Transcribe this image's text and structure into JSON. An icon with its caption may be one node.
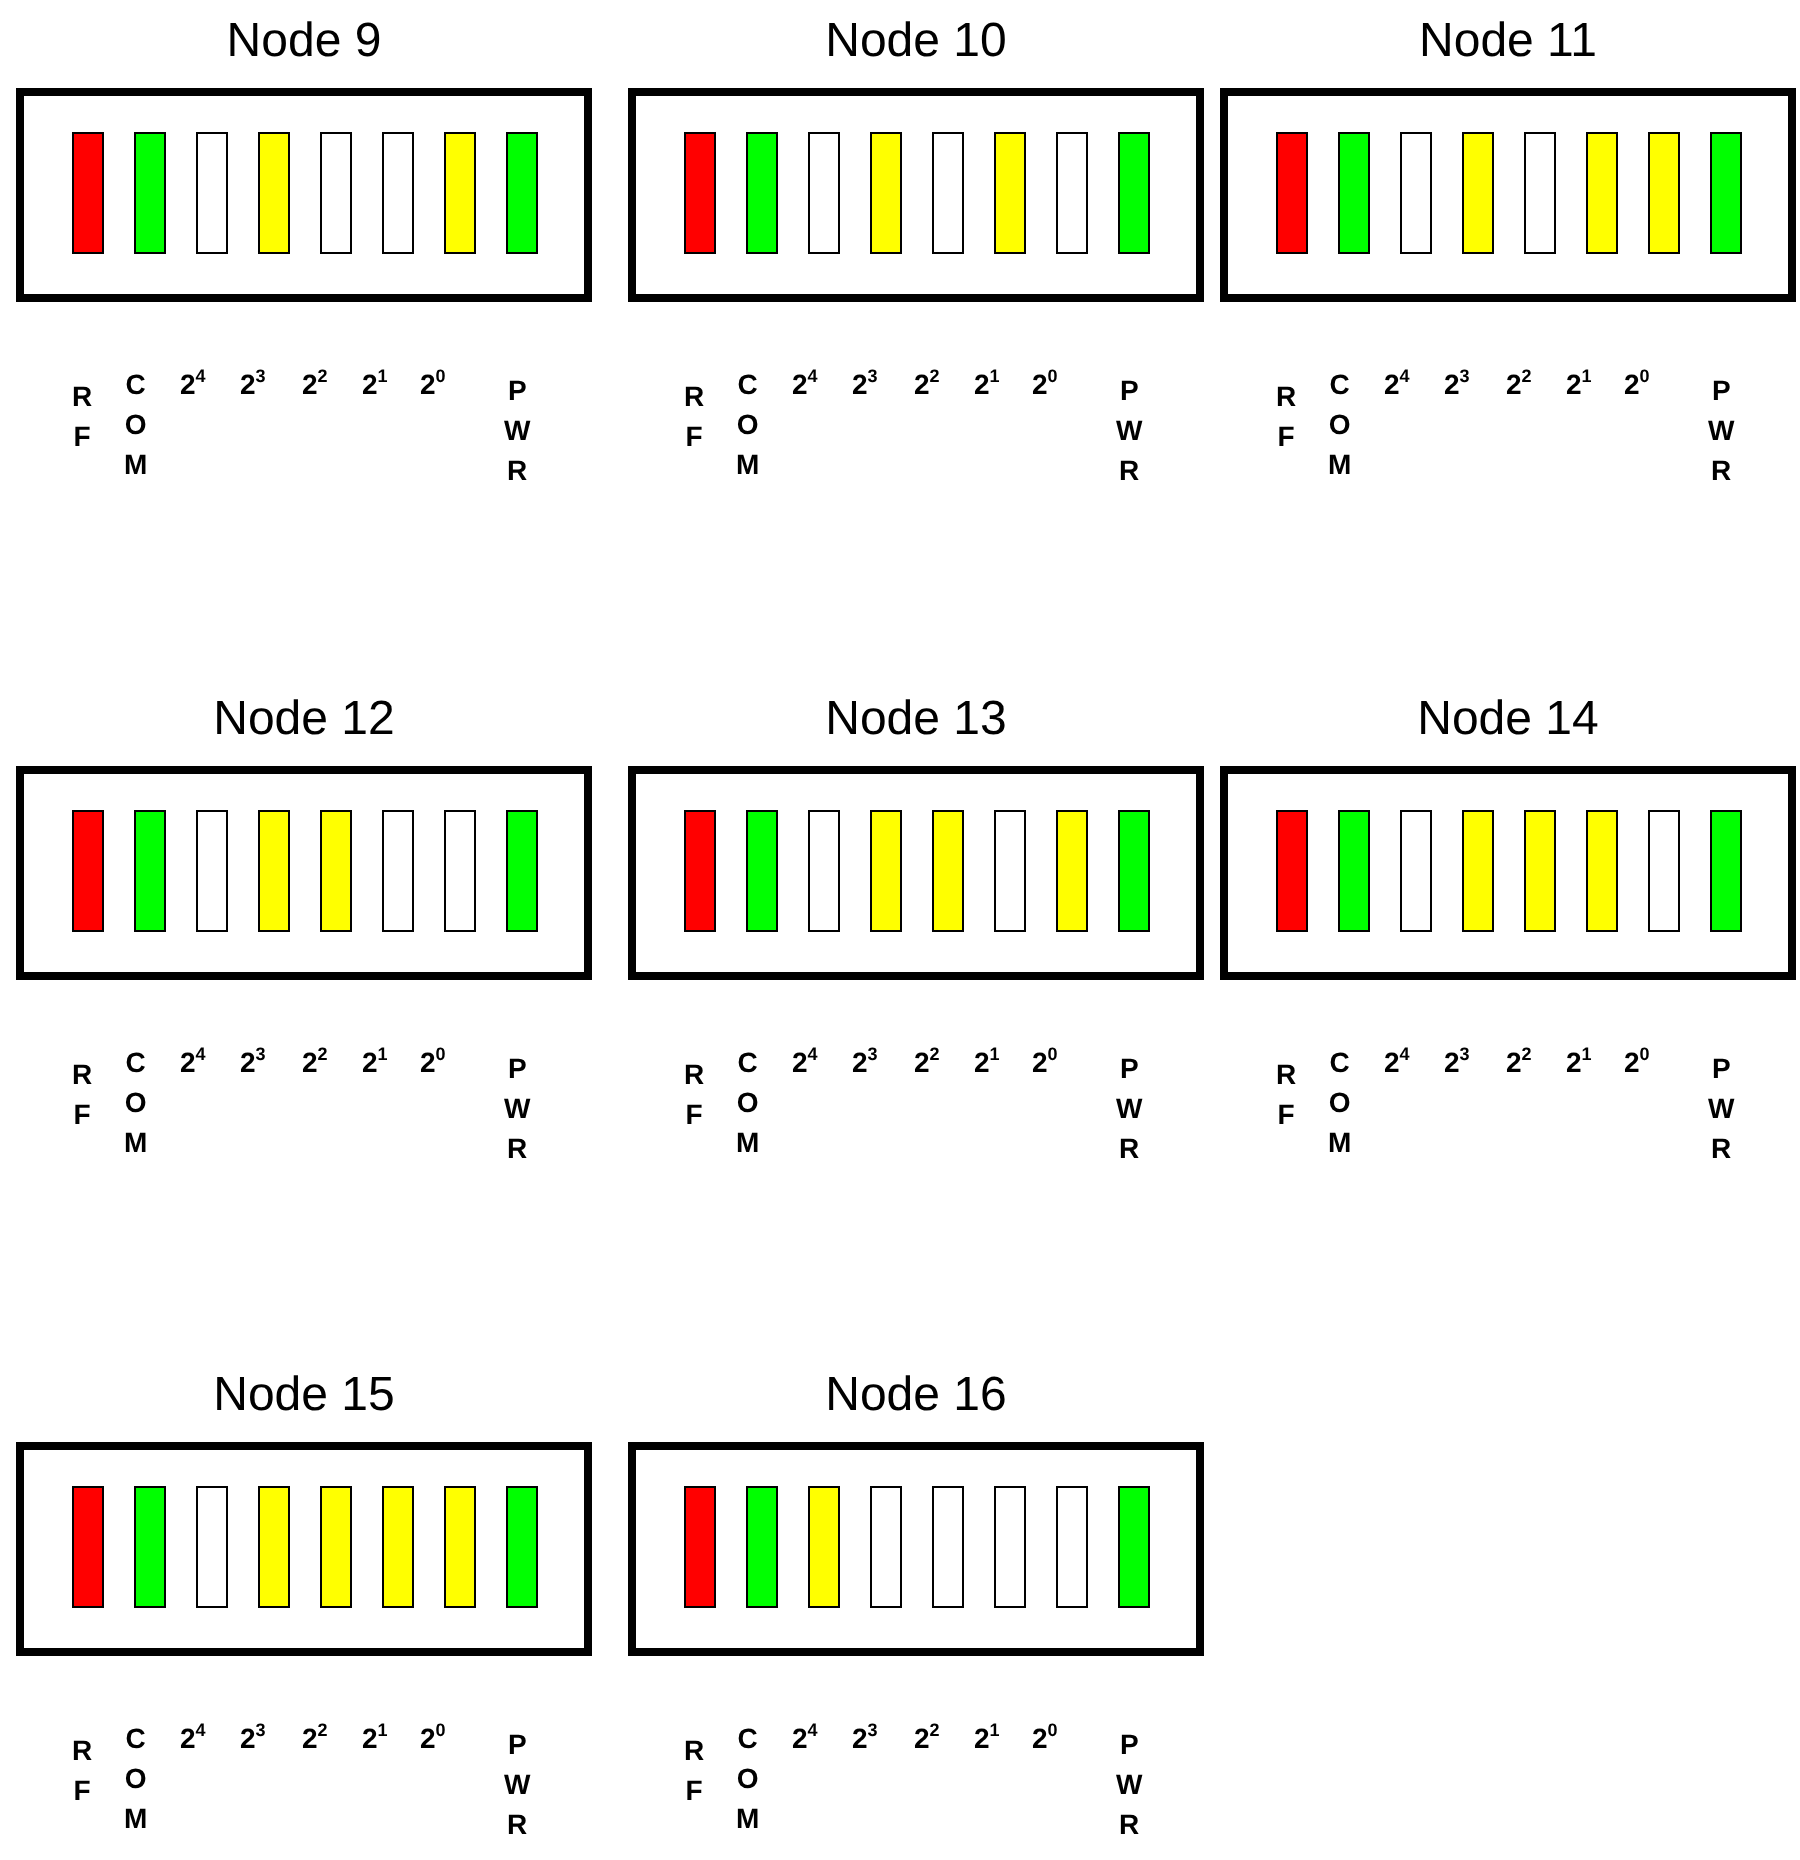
{
  "diagram": {
    "nodes": [
      {
        "text": [
          "Node 9"
        ],
        "beside": [
          "R F",
          "C O M",
          "2$^{4}$",
          "2$^{3}$",
          "2$^{2}$",
          "2$^{1}$",
          "2$^{0}$",
          "P W R"
        ]
      },
      {
        "text": [
          "Node 10"
        ],
        "beside": [
          "R F",
          "C O M",
          "2$^{4}$",
          "2$^{3}$",
          "2$^{2}$",
          "2$^{1}$",
          "2$^{0}$",
          "P W R"
        ]
      },
      {
        "text": [
          "Node 11"
        ],
        "beside": [
          "R F",
          "C O M",
          "2$^{4}$",
          "2$^{3}$",
          "2$^{2}$",
          "2$^{1}$",
          "2$^{0}$",
          "P W R"
        ]
      },
      {
        "text": [
          "Node 12"
        ],
        "beside": [
          "R F",
          "C O M",
          "2$^{4}$",
          "2$^{3}$",
          "2$^{2}$",
          "2$^{1}$",
          "2$^{0}$",
          "P W R"
        ]
      },
      {
        "text": [
          "Node 13"
        ],
        "beside": [
          "R F",
          "C O M",
          "2$^{4}$",
          "2$^{3}$",
          "2$^{2}$",
          "2$^{1}$",
          "2$^{0}$",
          "P W R"
        ]
      },
      {
        "text": [
          "Node 14"
        ],
        "beside": [
          "R F",
          "C O M",
          "2$^{4}$",
          "2$^{3}$",
          "2$^{2}$",
          "2$^{1}$",
          "2$^{0}$",
          "P W R"
        ]
      },
      {
        "text": [
          "Node 15"
        ],
        "beside": [
          "R F",
          "C O M",
          "2$^{4}$",
          "2$^{3}$",
          "2$^{2}$",
          "2$^{1}$",
          "2$^{0}$",
          "P W R"
        ]
      },
      {
        "text": [
          "Node 16"
        ],
        "beside": [
          "R F",
          "C O M",
          "2$^{4}$",
          "2$^{3}$",
          "2$^{2}$",
          "2$^{1}$",
          "2$^{0}$",
          "P W R"
        ]
      }
    ]
  }
}
